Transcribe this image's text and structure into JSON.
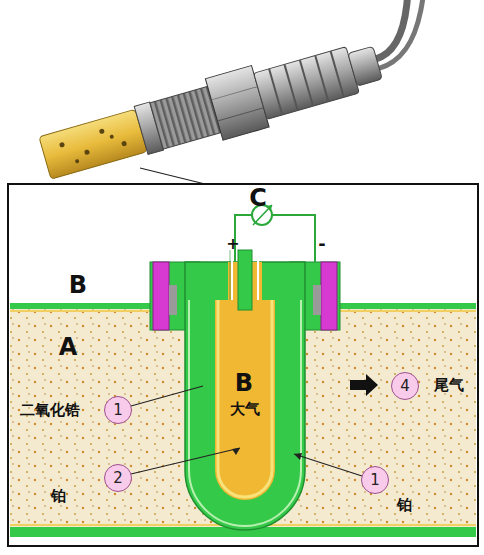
{
  "diagram": {
    "nodes": [
      {
        "text": [
          "4"
        ]
      },
      {
        "text": [
          "1"
        ]
      },
      {
        "text": [
          "2"
        ]
      },
      {
        "text": [
          "1"
        ]
      }
    ],
    "labels": [
      "C",
      "+",
      "-",
      "B",
      "A",
      "B",
      "大气",
      "二氧化锆",
      "尾气",
      "铂",
      "铂"
    ]
  }
}
